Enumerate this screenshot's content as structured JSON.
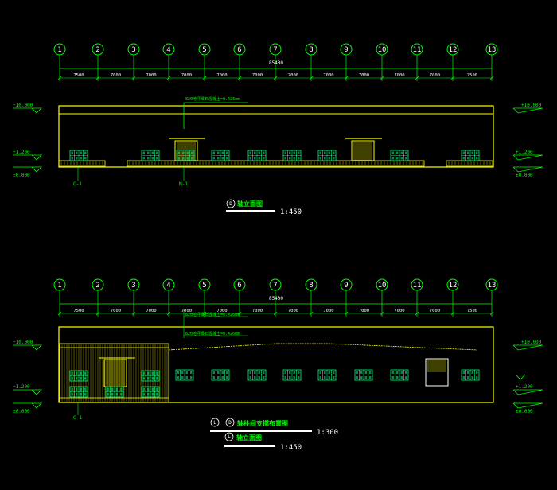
{
  "colors": {
    "background": "#000000",
    "grid_line": "#00ff00",
    "axis_circle": "#00ff00",
    "dimension_text": "#ffffff",
    "building_outline": "#ffff00",
    "window": "#00ff80",
    "annotation": "#00ff00",
    "title_underline": "#ffffff"
  },
  "axis_labels": [
    "1",
    "2",
    "3",
    "4",
    "5",
    "6",
    "7",
    "8",
    "9",
    "10",
    "11",
    "12",
    "13"
  ],
  "bay_dimensions": [
    "7500",
    "7000",
    "7000",
    "7000",
    "7000",
    "7000",
    "7000",
    "7000",
    "7000",
    "7000",
    "7000",
    "7500"
  ],
  "total_dimension": "85400",
  "elevations": {
    "left": [
      "+10.000",
      "+1.200",
      "±0.000"
    ],
    "right": [
      "+10.000",
      "+1.200",
      "±0.000"
    ]
  },
  "drawing_top": {
    "note": "820地坪细石混凝土=0.426mm",
    "tag_window": "C-1",
    "tag_door": "M-1",
    "title_circle": "D",
    "title": "轴立面图",
    "scale": "1:450"
  },
  "drawing_bottom": {
    "note_1": "820地坪细石混凝土=0.426mm",
    "note_2": "820地坪细石混凝土=0.426mm",
    "tag_window": "C-1",
    "title_circle_1": "L",
    "title_circle_2": "D",
    "title": "轴柱间支撑布置图",
    "scale": "1:300",
    "sub_circle": "L",
    "sub_title": "轴立面图",
    "sub_scale": "1:450"
  }
}
